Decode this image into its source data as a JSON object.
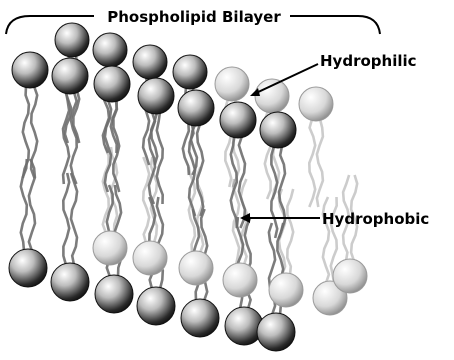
{
  "diagram": {
    "title": "Phospholipid Bilayer",
    "labels": {
      "hydrophilic": "Hydrophilic",
      "hydrophobic": "Hydrophobic"
    }
  },
  "colors": {
    "head_light": "#ffffff",
    "head_mid": "#a8a8a8",
    "head_dark": "#1c1c1c",
    "tail": "#6e6e6e",
    "line": "#000000"
  }
}
